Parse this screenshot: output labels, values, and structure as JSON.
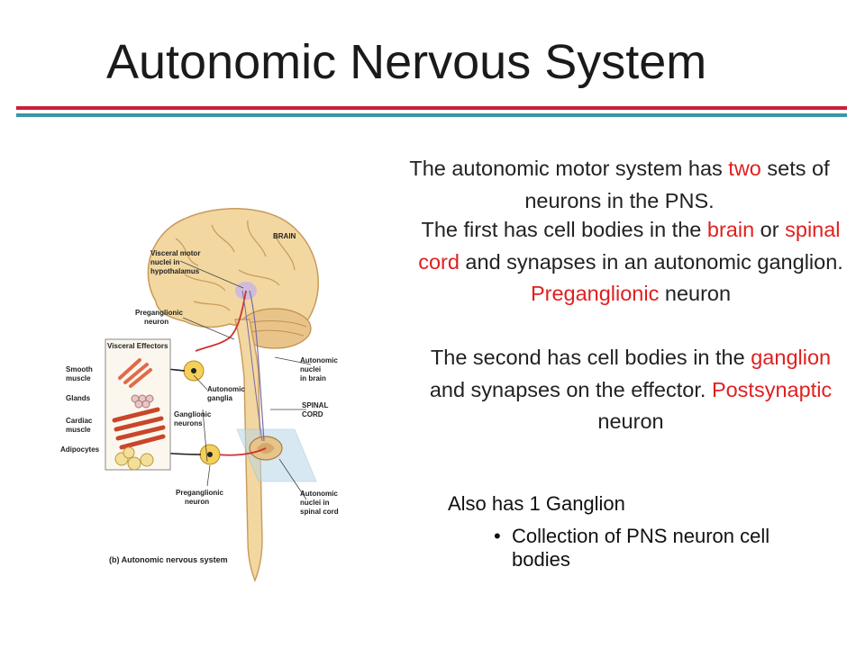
{
  "slide": {
    "title": "Autonomic Nervous System",
    "colors": {
      "rule_top": "#c8203a",
      "rule_bottom": "#3a97a4",
      "highlight": "#e02020"
    }
  },
  "text": {
    "p1": {
      "a": "The autonomic motor system has ",
      "b": "two",
      "c": " sets of neurons in the PNS."
    },
    "p2": {
      "a": "The first has cell bodies in the ",
      "b": "brain",
      "c": " or ",
      "d": "spinal cord",
      "e": " and synapses in an autonomic ganglion. ",
      "f": "Preganglionic",
      "g": " neuron"
    },
    "p3": {
      "a": "The second has cell bodies in the ",
      "b": "ganglion",
      "c": " and synapses on the effector. ",
      "d": "Postsynaptic",
      "e": " neuron"
    },
    "sub_heading": "Also has 1 Ganglion",
    "bullet_char": "•",
    "bullet": "Collection of PNS neuron cell bodies"
  },
  "figure": {
    "labels": {
      "brain": "BRAIN",
      "visceral_motor_1": "Visceral motor",
      "visceral_motor_2": "nuclei in",
      "visceral_motor_3": "hypothalamus",
      "pregang_top_1": "Preganglionic",
      "pregang_top_2": "neuron",
      "visceral_effectors": "Visceral Effectors",
      "smooth_1": "Smooth",
      "smooth_2": "muscle",
      "glands": "Glands",
      "cardiac_1": "Cardiac",
      "cardiac_2": "muscle",
      "adipocytes": "Adipocytes",
      "auto_ganglia_1": "Autonomic",
      "auto_ganglia_2": "ganglia",
      "gang_neurons_1": "Ganglionic",
      "gang_neurons_2": "neurons",
      "auto_brain_1": "Autonomic",
      "auto_brain_2": "nuclei",
      "auto_brain_3": "in brain",
      "spinal_1": "SPINAL",
      "spinal_2": "CORD",
      "pregang_bot_1": "Preganglionic",
      "pregang_bot_2": "neuron",
      "auto_spinal_1": "Autonomic",
      "auto_spinal_2": "nuclei in",
      "auto_spinal_3": "spinal cord",
      "caption": "(b) Autonomic nervous system"
    }
  }
}
